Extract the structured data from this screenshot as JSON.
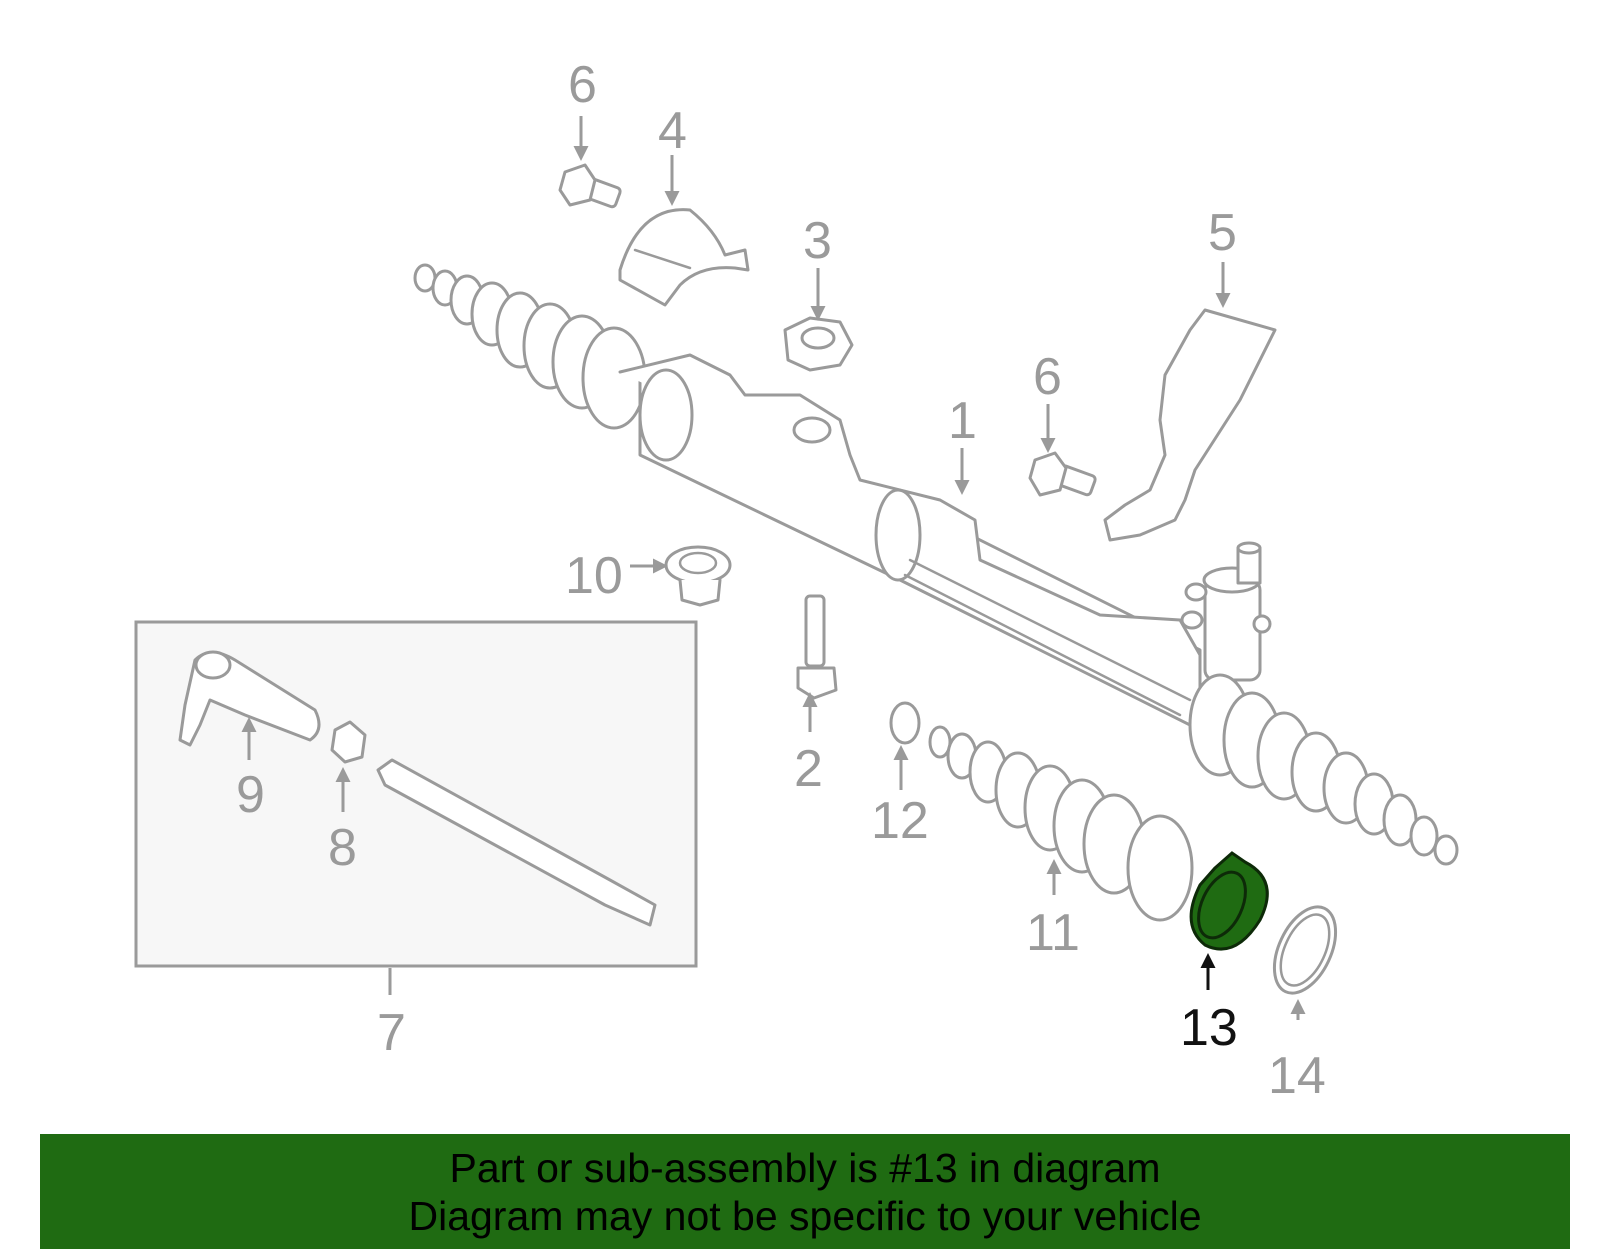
{
  "callouts": {
    "c1": "1",
    "c2": "2",
    "c3": "3",
    "c4": "4",
    "c5": "5",
    "c6a": "6",
    "c6b": "6",
    "c7": "7",
    "c8": "8",
    "c9": "9",
    "c10": "10",
    "c11": "11",
    "c12": "12",
    "c13": "13",
    "c14": "14"
  },
  "highlight": {
    "part": "13",
    "color": "#1f6b12"
  },
  "banner": {
    "line1": "Part or sub-assembly is #13 in diagram",
    "line2": "Diagram may not be specific to your vehicle",
    "background": "#1f6b12"
  }
}
